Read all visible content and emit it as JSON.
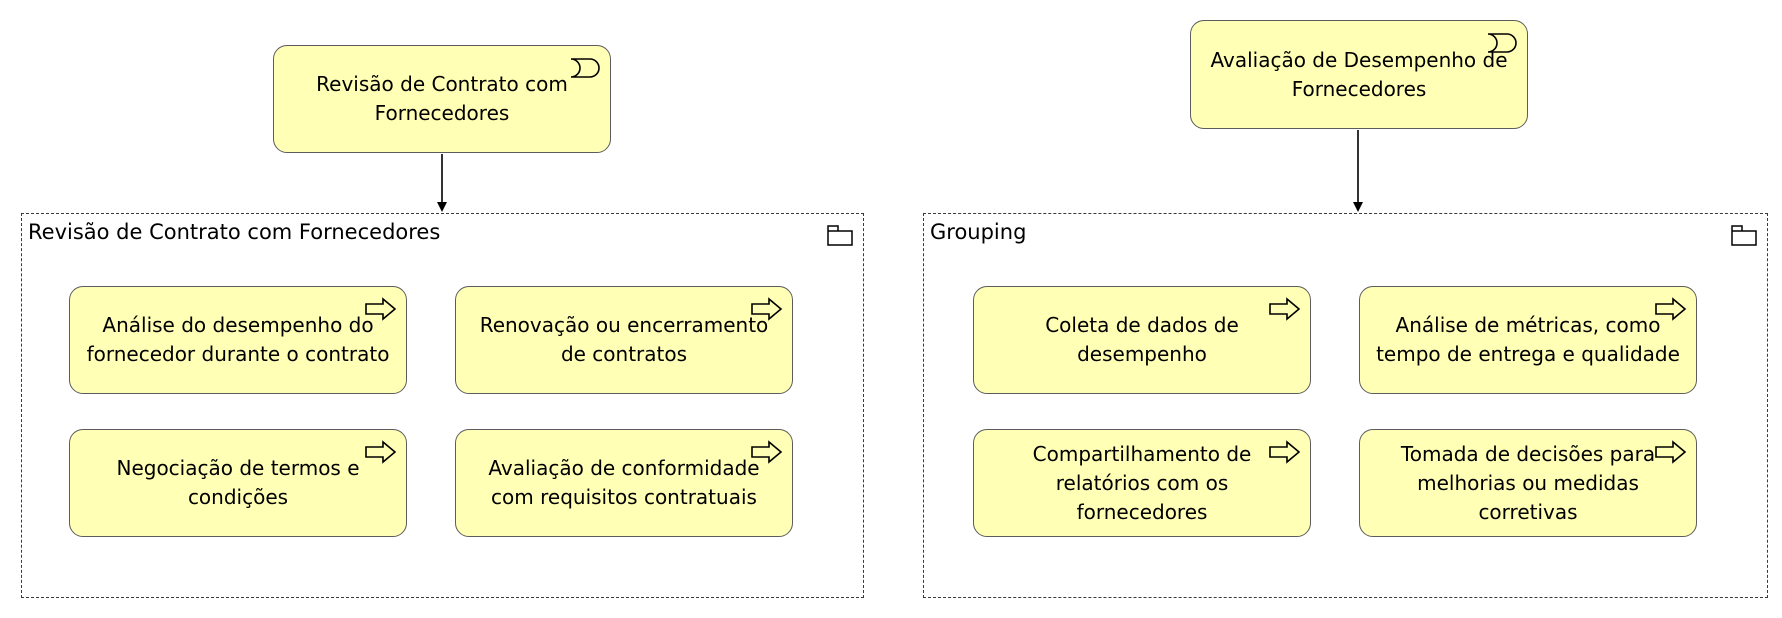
{
  "processes": [
    {
      "label": "Revisão de Contrato com\nFornecedores",
      "icon": "business-process-icon"
    },
    {
      "label": "Avaliação de Desempenho de\nFornecedores",
      "icon": "business-process-icon"
    }
  ],
  "groups": [
    {
      "label": "Revisão de Contrato com Fornecedores",
      "icon": "folder-icon",
      "items": [
        {
          "label": "Análise do desempenho do\nfornecedor durante o contrato",
          "icon": "business-event-icon"
        },
        {
          "label": "Renovação ou encerramento\nde contratos",
          "icon": "business-event-icon"
        },
        {
          "label": "Negociação de termos e\ncondições",
          "icon": "business-event-icon"
        },
        {
          "label": "Avaliação de conformidade\ncom requisitos contratuais",
          "icon": "business-event-icon"
        }
      ]
    },
    {
      "label": "Grouping",
      "icon": "folder-icon",
      "items": [
        {
          "label": "Coleta de dados de\ndesempenho",
          "icon": "business-event-icon"
        },
        {
          "label": "Análise de métricas, como\ntempo de entrega e qualidade",
          "icon": "business-event-icon"
        },
        {
          "label": "Compartilhamento de\nrelatórios com os\nfornecedores",
          "icon": "business-event-icon"
        },
        {
          "label": "Tomada de decisões para\nmelhorias ou medidas\ncorretivas",
          "icon": "business-event-icon"
        }
      ]
    }
  ],
  "colors": {
    "fill": "#ffffb5",
    "border": "#5c5c5c",
    "line": "#000000"
  }
}
